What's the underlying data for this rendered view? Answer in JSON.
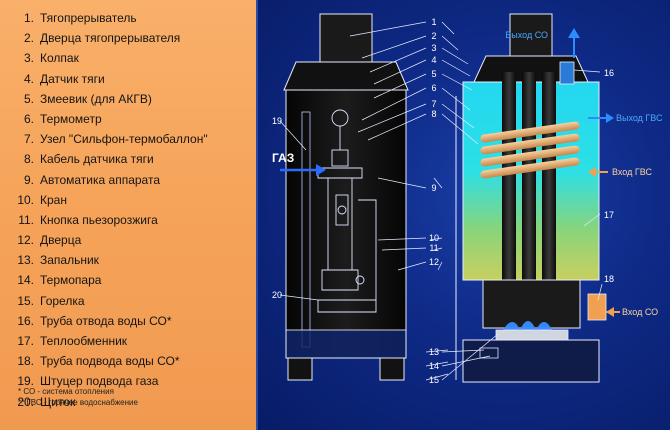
{
  "legend": {
    "items": [
      {
        "num": "1.",
        "label": "Тягопрерыватель"
      },
      {
        "num": "2.",
        "label": "Дверца тягопрерывателя"
      },
      {
        "num": "3.",
        "label": "Колпак"
      },
      {
        "num": "4.",
        "label": "Датчик тяги"
      },
      {
        "num": "5.",
        "label": "Змеевик (для АКГВ)"
      },
      {
        "num": "6.",
        "label": "Термометр"
      },
      {
        "num": "7.",
        "label": "Узел \"Сильфон-термобаллон\""
      },
      {
        "num": "8.",
        "label": "Кабель датчика тяги"
      },
      {
        "num": "9.",
        "label": "Автоматика аппарата"
      },
      {
        "num": "10.",
        "label": "Кран"
      },
      {
        "num": "11.",
        "label": "Кнопка пьезорозжига"
      },
      {
        "num": "12.",
        "label": "Дверца"
      },
      {
        "num": "13.",
        "label": "Запальник"
      },
      {
        "num": "14.",
        "label": "Термопара"
      },
      {
        "num": "15.",
        "label": "Горелка"
      },
      {
        "num": "16.",
        "label": "Труба отвода воды СО*"
      },
      {
        "num": "17.",
        "label": "Теплообменник"
      },
      {
        "num": "18.",
        "label": "Труба подвода воды СО*"
      },
      {
        "num": "19.",
        "label": "Штуцер подвода газа"
      },
      {
        "num": "20.",
        "label": "Щиток"
      }
    ],
    "footnotes": [
      "* СО - система отопления",
      "** ГВС - горячее водоснабжение"
    ]
  },
  "diagram": {
    "labels": {
      "gas": "ГАЗ",
      "out_co": "Выход СО",
      "out_gvs": "Выход ГВС",
      "in_gvs": "Вход ГВС",
      "in_co": "Вход СО"
    },
    "left_callouts": [
      "19",
      "20"
    ],
    "mid_callouts": [
      "1",
      "2",
      "3",
      "4",
      "5",
      "6",
      "7",
      "8",
      "9",
      "10",
      "11",
      "12",
      "13",
      "14",
      "15"
    ],
    "right_callouts": [
      "16",
      "17",
      "18"
    ]
  }
}
